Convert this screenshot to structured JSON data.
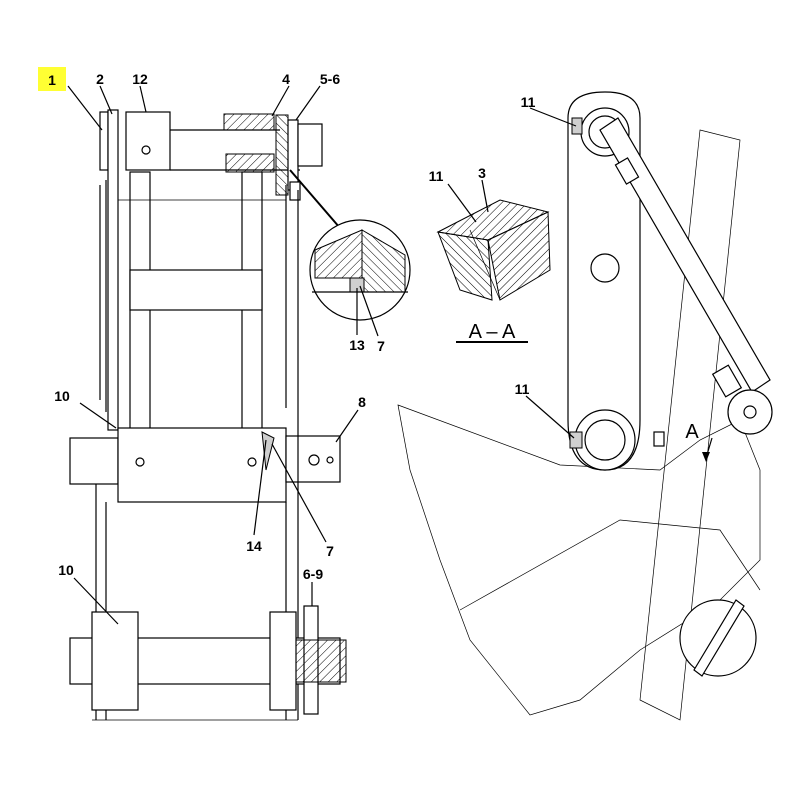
{
  "highlight_color": "#ffff33",
  "callouts": {
    "c1": "1",
    "c2": "2",
    "c12": "12",
    "c4": "4",
    "c56": "5-6",
    "c13": "13",
    "c7a": "7",
    "c10a": "10",
    "c8": "8",
    "c14": "14",
    "c7b": "7",
    "c10b": "10",
    "c69": "6-9",
    "c11a": "11",
    "c3": "3",
    "c11b": "11",
    "c11c": "11",
    "section_arrow": "A"
  },
  "section_title": "A – A"
}
